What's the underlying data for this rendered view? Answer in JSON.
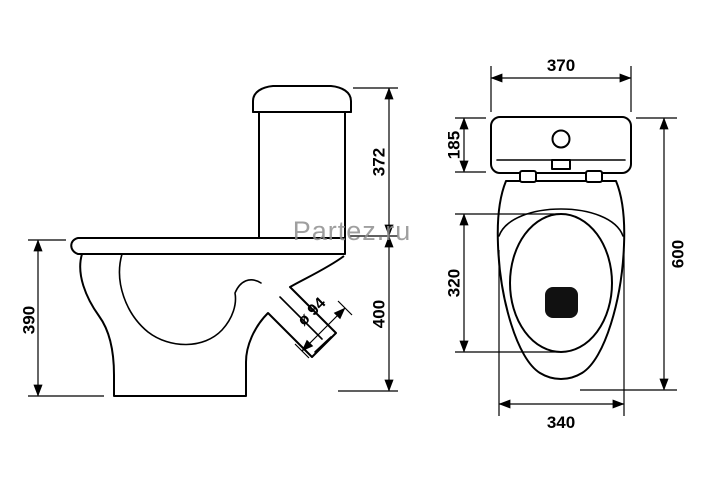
{
  "watermark": "Partez.ru",
  "side_view": {
    "cistern_height": "372",
    "outlet_height": "400",
    "bowl_height": "390",
    "outlet_diameter": "ø 94"
  },
  "top_view": {
    "cistern_width": "370",
    "cistern_depth": "185",
    "total_depth": "600",
    "opening_length": "320",
    "base_width": "340"
  }
}
